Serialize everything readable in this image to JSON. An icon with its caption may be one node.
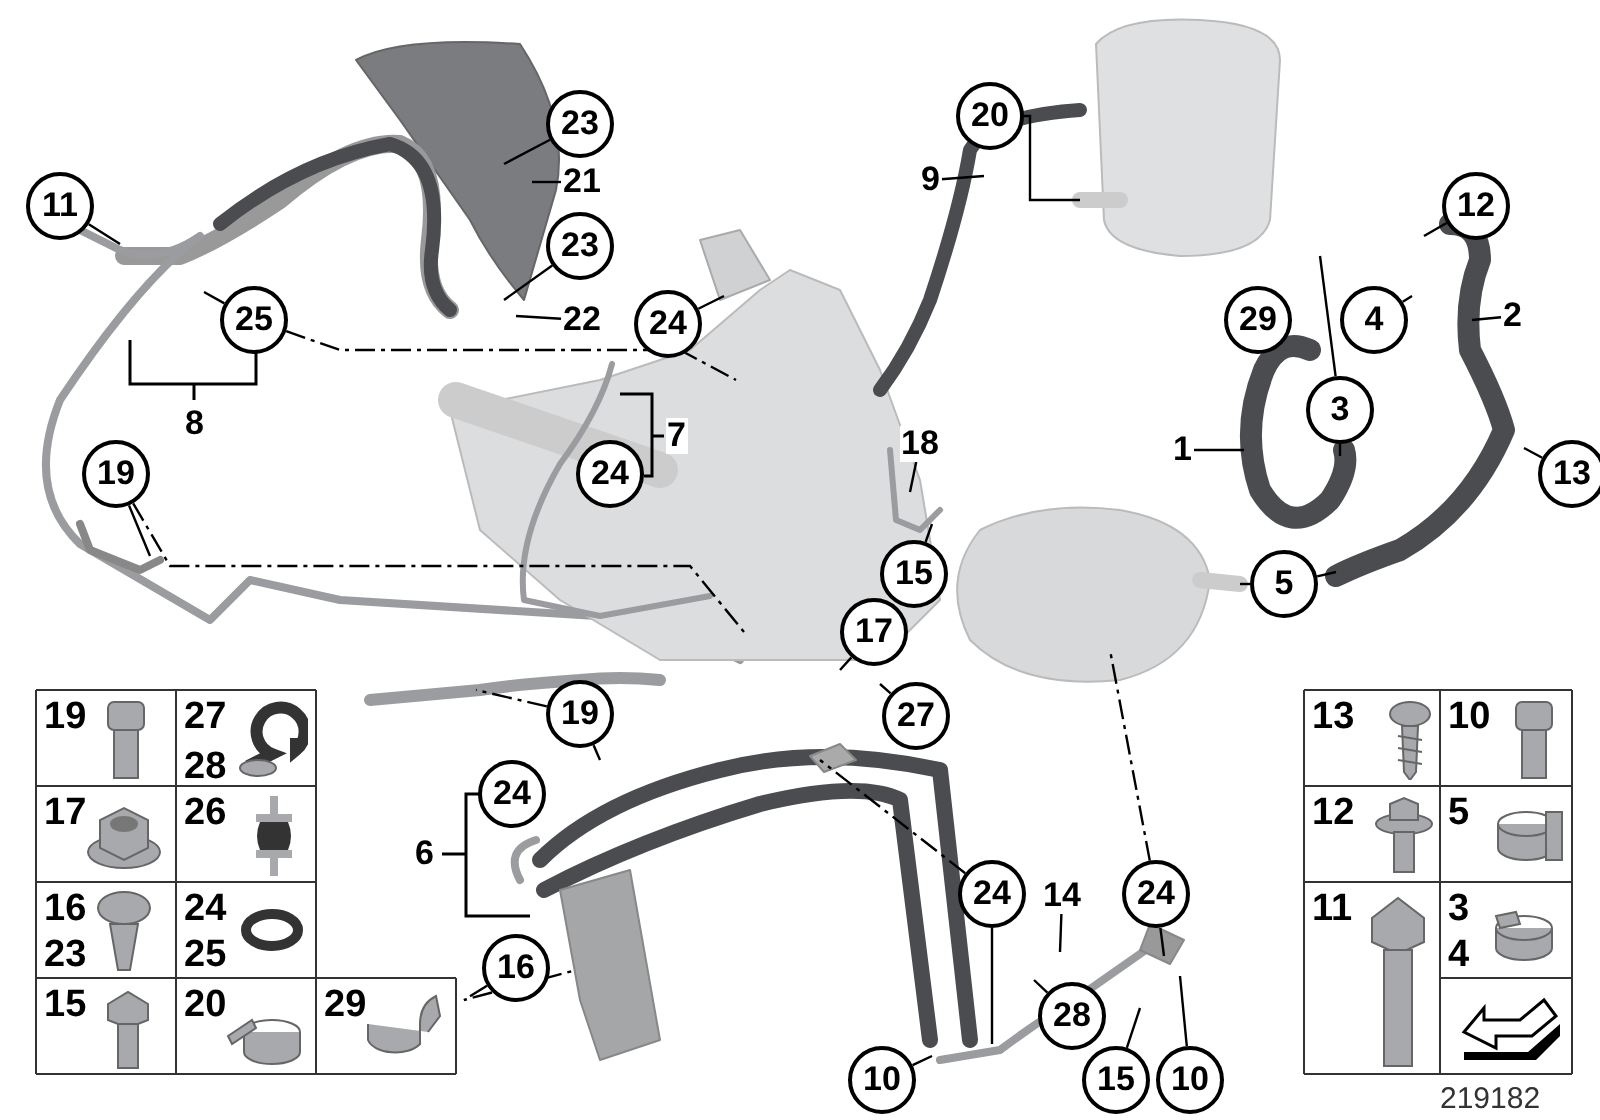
{
  "diagram": {
    "nodes": [
      {
        "text": [
          "20"
        ]
      },
      {
        "text": [
          "23"
        ]
      },
      {
        "text": [
          "21"
        ]
      },
      {
        "text": [
          "9"
        ]
      },
      {
        "text": [
          "11"
        ]
      },
      {
        "text": [
          "12"
        ]
      },
      {
        "text": [
          "23"
        ]
      },
      {
        "text": [
          "22"
        ]
      },
      {
        "text": [
          "24"
        ]
      },
      {
        "text": [
          "25"
        ]
      },
      {
        "text": [
          "4"
        ]
      },
      {
        "text": [
          "29"
        ]
      },
      {
        "text": [
          "2"
        ]
      },
      {
        "text": [
          "8"
        ]
      },
      {
        "text": [
          "3"
        ]
      },
      {
        "text": [
          "7"
        ]
      },
      {
        "text": [
          "24"
        ]
      },
      {
        "text": [
          "13"
        ]
      },
      {
        "text": [
          "18"
        ]
      },
      {
        "text": [
          "1"
        ]
      },
      {
        "text": [
          "19"
        ]
      },
      {
        "text": [
          "15"
        ]
      },
      {
        "text": [
          "5"
        ]
      },
      {
        "text": [
          "17"
        ]
      },
      {
        "text": [
          "27"
        ]
      },
      {
        "text": [
          "19"
        ]
      },
      {
        "text": [
          "24"
        ]
      },
      {
        "text": [
          "6"
        ]
      },
      {
        "text": [
          "16"
        ]
      },
      {
        "text": [
          "24"
        ]
      },
      {
        "text": [
          "24"
        ]
      },
      {
        "text": [
          "14"
        ]
      },
      {
        "text": [
          "28"
        ]
      },
      {
        "text": [
          "10"
        ]
      },
      {
        "text": [
          "15"
        ]
      },
      {
        "text": [
          "10"
        ]
      }
    ],
    "edges": [
      {
        "from": 0,
        "to": null,
        "arrow": "none"
      },
      {
        "from": 1,
        "to": null,
        "arrow": "none"
      },
      {
        "from": 2,
        "to": null,
        "arrow": "none"
      },
      {
        "from": 3,
        "to": null,
        "arrow": "none"
      },
      {
        "from": 4,
        "to": null,
        "arrow": "none"
      },
      {
        "from": 5,
        "to": null,
        "arrow": "none"
      },
      {
        "from": 6,
        "to": null,
        "arrow": "none"
      },
      {
        "from": 7,
        "to": null,
        "arrow": "none"
      },
      {
        "from": 8,
        "to": null,
        "arrow": "none"
      },
      {
        "from": 9,
        "to": null,
        "arrow": "none"
      },
      {
        "from": 9,
        "to": null,
        "arrow": "none",
        "style": "dashed"
      },
      {
        "from": 10,
        "to": null,
        "arrow": "none"
      },
      {
        "from": 12,
        "to": null,
        "arrow": "none"
      },
      {
        "from": 14,
        "to": null,
        "arrow": "none"
      },
      {
        "from": 14,
        "to": null,
        "arrow": "none"
      },
      {
        "from": 17,
        "to": null,
        "arrow": "none"
      },
      {
        "from": 18,
        "to": null,
        "arrow": "none"
      },
      {
        "from": 19,
        "to": null,
        "arrow": "none"
      },
      {
        "from": 20,
        "to": null,
        "arrow": "none"
      },
      {
        "from": 20,
        "to": null,
        "arrow": "none",
        "style": "dashed"
      },
      {
        "from": 21,
        "to": null,
        "arrow": "none",
        "style": "dashed"
      },
      {
        "from": 22,
        "to": null,
        "arrow": "none"
      },
      {
        "from": 22,
        "to": null,
        "arrow": "none"
      },
      {
        "from": 23,
        "to": null,
        "arrow": "none"
      },
      {
        "from": 24,
        "to": null,
        "arrow": "none"
      },
      {
        "from": 25,
        "to": null,
        "arrow": "none",
        "style": "dashed"
      },
      {
        "from": 25,
        "to": null,
        "arrow": "none"
      },
      {
        "from": 28,
        "to": null,
        "arrow": "none",
        "style": "dashed"
      },
      {
        "from": 29,
        "to": null,
        "arrow": "none",
        "style": "dashed"
      },
      {
        "from": 29,
        "to": null,
        "arrow": "none"
      },
      {
        "from": 30,
        "to": null,
        "arrow": "none",
        "style": "dashed"
      },
      {
        "from": 30,
        "to": null,
        "arrow": "none"
      },
      {
        "from": 31,
        "to": null,
        "arrow": "none"
      },
      {
        "from": 32,
        "to": null,
        "arrow": "none"
      },
      {
        "from": 33,
        "to": null,
        "arrow": "none"
      },
      {
        "from": 34,
        "to": null,
        "arrow": "none"
      },
      {
        "from": 35,
        "to": null,
        "arrow": "none"
      }
    ],
    "labels": [
      "19",
      "27",
      "28",
      "17",
      "26",
      "16",
      "23",
      "24",
      "25",
      "15",
      "20",
      "29",
      "13",
      "10",
      "12",
      "5",
      "11",
      "3",
      "4",
      "219182"
    ]
  }
}
